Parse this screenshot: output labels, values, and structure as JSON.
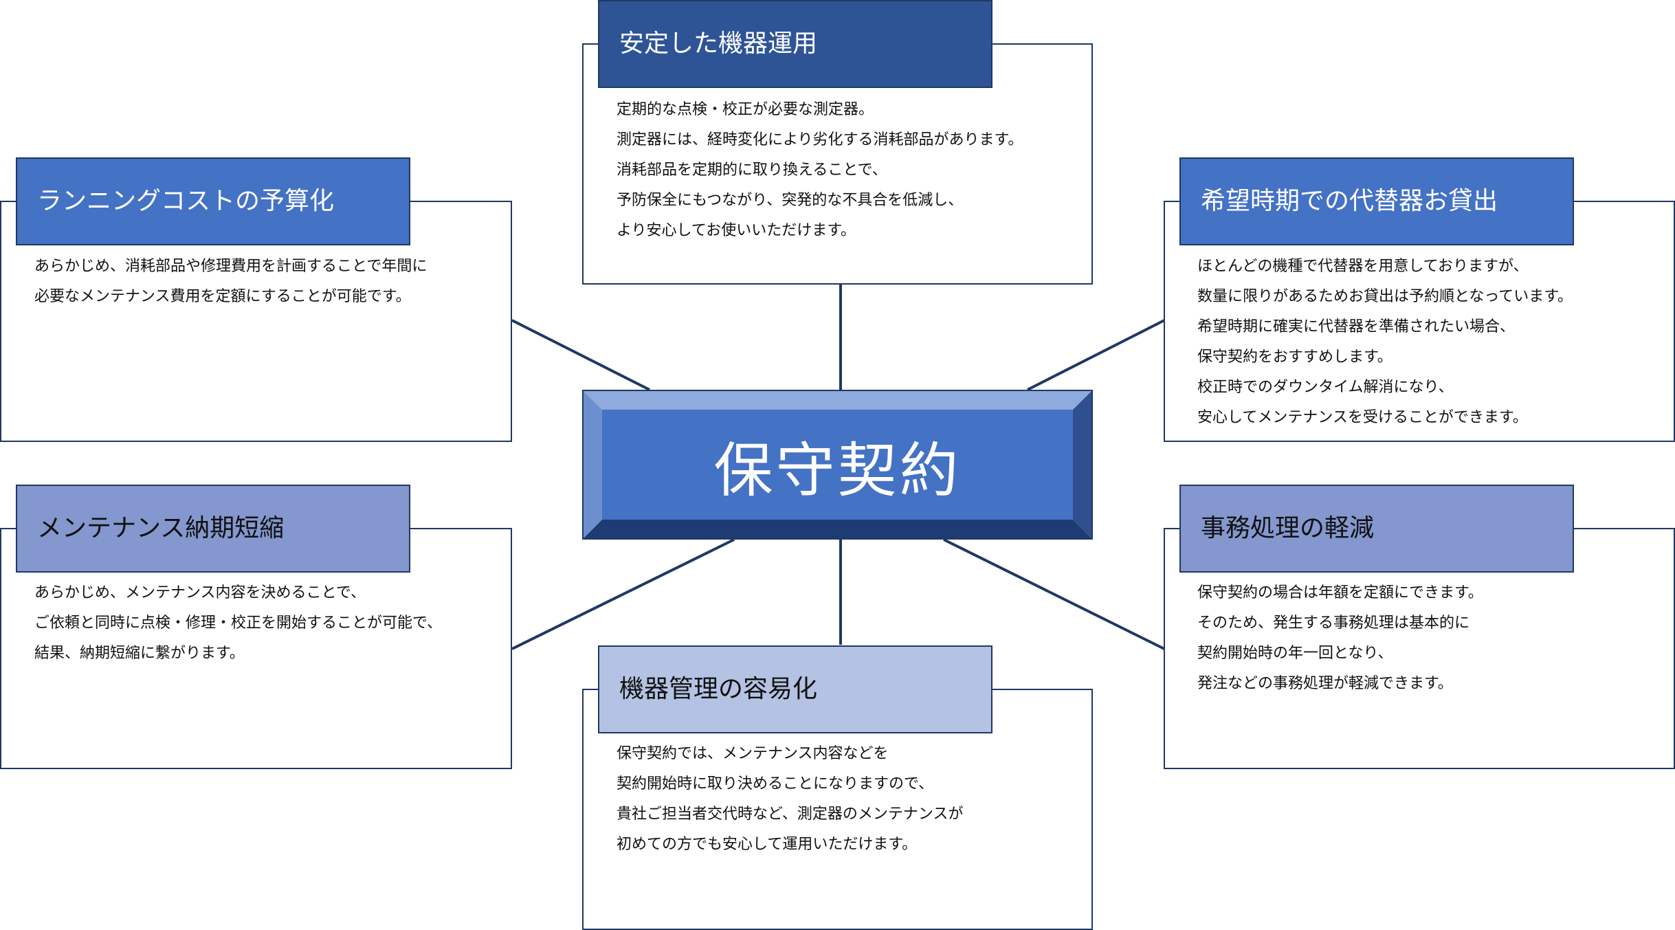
{
  "center": {
    "title": "保守契約"
  },
  "cards": {
    "top": {
      "title": "安定した機器運用",
      "lines": [
        "定期的な点検・校正が必要な測定器。",
        "測定器には、経時変化により劣化する消耗部品があります。",
        "消耗部品を定期的に取り換えることで、",
        "予防保全にもつながり、突発的な不具合を低減し、",
        "より安心してお使いいただけます。"
      ]
    },
    "upper_left": {
      "title": "ランニングコストの予算化",
      "lines": [
        "あらかじめ、消耗部品や修理費用を計画することで年間に",
        "必要なメンテナンス費用を定額にすることが可能です。"
      ]
    },
    "upper_right": {
      "title": "希望時期での代替器お貸出",
      "lines": [
        "ほとんどの機種で代替器を用意しておりますが、",
        "数量に限りがあるためお貸出は予約順となっています。",
        "希望時期に確実に代替器を準備されたい場合、",
        "保守契約をおすすめします。",
        "校正時でのダウンタイム解消になり、",
        "安心してメンテナンスを受けることができます。"
      ]
    },
    "lower_left": {
      "title": "メンテナンス納期短縮",
      "lines": [
        "あらかじめ、メンテナンス内容を決めることで、",
        "ご依頼と同時に点検・修理・校正を開始することが可能で、",
        "結果、納期短縮に繋がります。"
      ]
    },
    "lower_right": {
      "title": "事務処理の軽減",
      "lines": [
        "保守契約の場合は年額を定額にできます。",
        "そのため、発生する事務処理は基本的に",
        "契約開始時の年一回となり、",
        "発注などの事務処理が軽減できます。"
      ]
    },
    "bottom": {
      "title": "機器管理の容易化",
      "lines": [
        "保守契約では、メンテナンス内容などを",
        "契約開始時に取り決めることになりますので、",
        "貴社ご担当者交代時など、測定器のメンテナンスが",
        "初めての方でも安心して運用いただけます。"
      ]
    }
  },
  "colors": {
    "connector": "#1f3864",
    "border": "#1f3864",
    "center_face": "#4472c4",
    "center_bevel_top": "#8faadc",
    "center_bevel_left": "#6d8fcf",
    "center_bevel_right": "#2f4f8f",
    "center_bevel_bottom": "#1f3b74",
    "title_top": "#2f5496",
    "title_upper_left": "#4472c4",
    "title_upper_right": "#4472c4",
    "title_lower_left": "#8497cf",
    "title_lower_right": "#8497cf",
    "title_bottom": "#b4c3e4"
  }
}
